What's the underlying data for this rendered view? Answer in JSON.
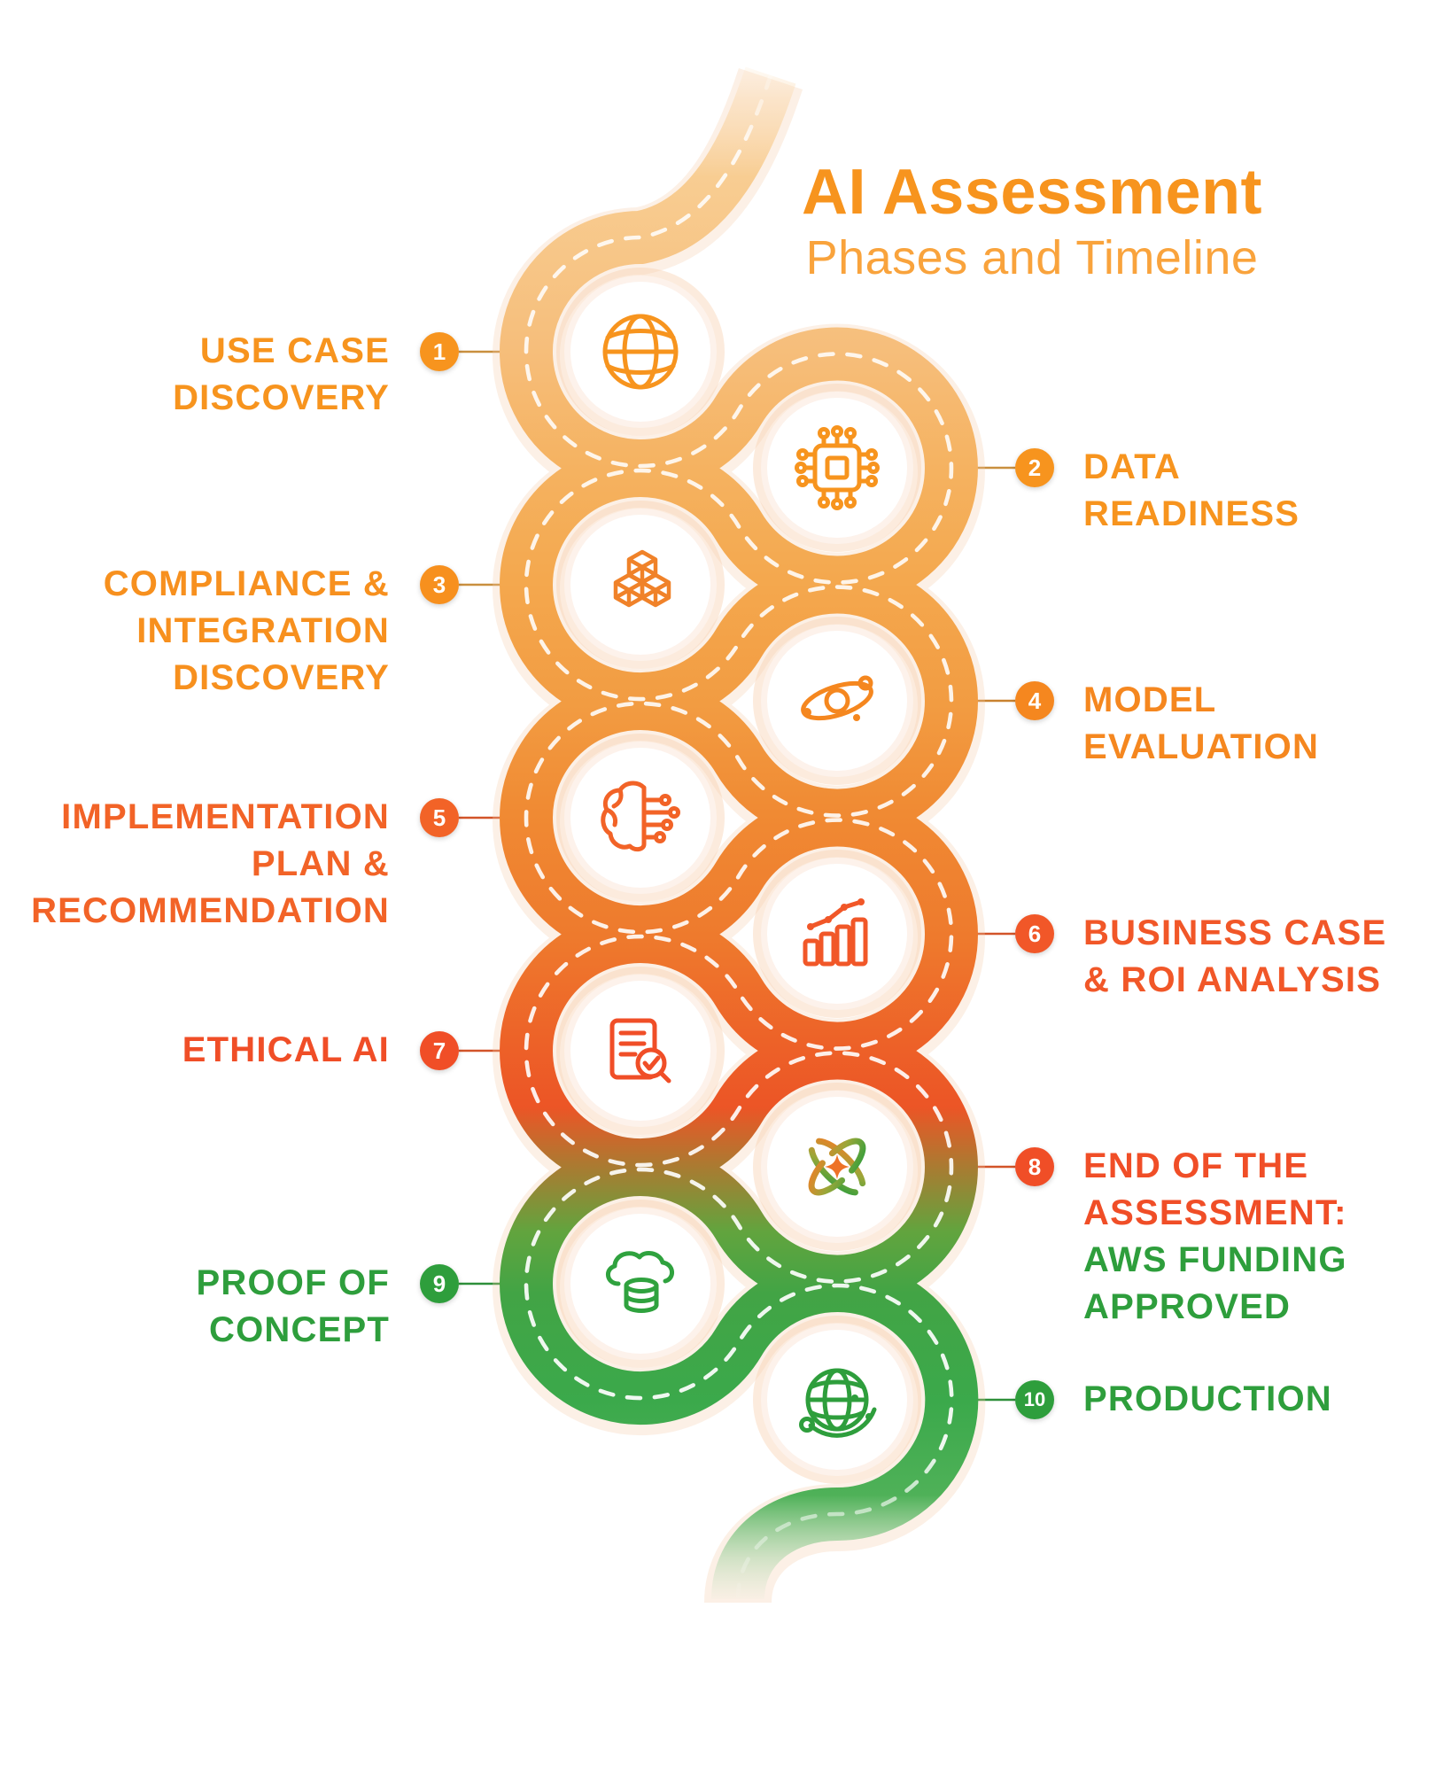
{
  "title": {
    "line1": "AI Assessment",
    "line2": "Phases and Timeline"
  },
  "colors": {
    "accent_orange": "#F7941E",
    "deep_orange": "#F26327",
    "red_orange": "#F04E27",
    "green": "#2E9E3C",
    "road_gradient": [
      "#F8CD92",
      "#F5AE52",
      "#F29C42",
      "#EE752C",
      "#EC5526",
      "#42A445",
      "#3BA94B"
    ],
    "road_dash": "#FFFFFF",
    "background": "#FFFFFF"
  },
  "phases": [
    {
      "num": "1",
      "side": "left",
      "icon": "globe-icon",
      "color": "#F7941E",
      "lines": [
        {
          "text": "USE CASE"
        },
        {
          "text": "DISCOVERY"
        }
      ]
    },
    {
      "num": "2",
      "side": "right",
      "icon": "chip-icon",
      "color": "#F7941E",
      "lines": [
        {
          "text": "DATA"
        },
        {
          "text": "READINESS"
        }
      ]
    },
    {
      "num": "3",
      "side": "left",
      "icon": "cubes-icon",
      "color": "#F7901E",
      "lines": [
        {
          "text": "COMPLIANCE &"
        },
        {
          "text": "INTEGRATION"
        },
        {
          "text": "DISCOVERY"
        }
      ]
    },
    {
      "num": "4",
      "side": "right",
      "icon": "orbit-icon",
      "color": "#F5871F",
      "lines": [
        {
          "text": "MODEL"
        },
        {
          "text": "EVALUATION"
        }
      ]
    },
    {
      "num": "5",
      "side": "left",
      "icon": "brain-circuit-icon",
      "color": "#F26327",
      "lines": [
        {
          "text": "IMPLEMENTATION"
        },
        {
          "text": "PLAN &"
        },
        {
          "text": "RECOMMENDATION"
        }
      ]
    },
    {
      "num": "6",
      "side": "right",
      "icon": "bar-chart-icon",
      "color": "#F15728",
      "lines": [
        {
          "text": "BUSINESS CASE"
        },
        {
          "text": "& ROI ANALYSIS"
        }
      ]
    },
    {
      "num": "7",
      "side": "left",
      "icon": "audit-document-icon",
      "color": "#F04E27",
      "lines": [
        {
          "text": "ETHICAL AI"
        }
      ]
    },
    {
      "num": "8",
      "side": "right",
      "icon": "atom-star-icon",
      "color": "#F04E27",
      "lines": [
        {
          "text": "END OF THE"
        },
        {
          "text": "ASSESSMENT:"
        },
        {
          "text": "AWS FUNDING",
          "color": "#2E9E3C"
        },
        {
          "text": "APPROVED",
          "color": "#2E9E3C"
        }
      ]
    },
    {
      "num": "9",
      "side": "left",
      "icon": "cloud-database-icon",
      "color": "#2E9E3C",
      "lines": [
        {
          "text": "PROOF OF"
        },
        {
          "text": "CONCEPT"
        }
      ]
    },
    {
      "num": "10",
      "side": "right",
      "icon": "globe-network-icon",
      "color": "#2E9E3C",
      "lines": [
        {
          "text": "PRODUCTION"
        }
      ]
    }
  ]
}
